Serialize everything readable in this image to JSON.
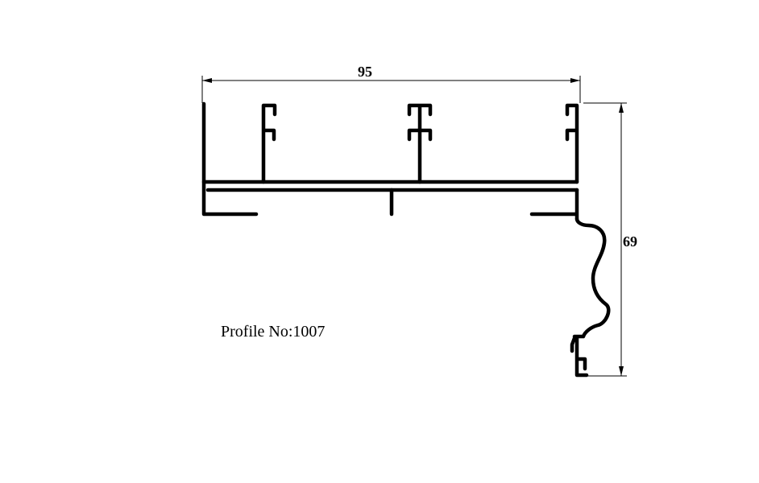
{
  "drawing": {
    "width_dimension": "95",
    "height_dimension": "69",
    "profile_label": "Profile No:1007"
  },
  "colors": {
    "line": "#000000",
    "background": "#ffffff"
  }
}
